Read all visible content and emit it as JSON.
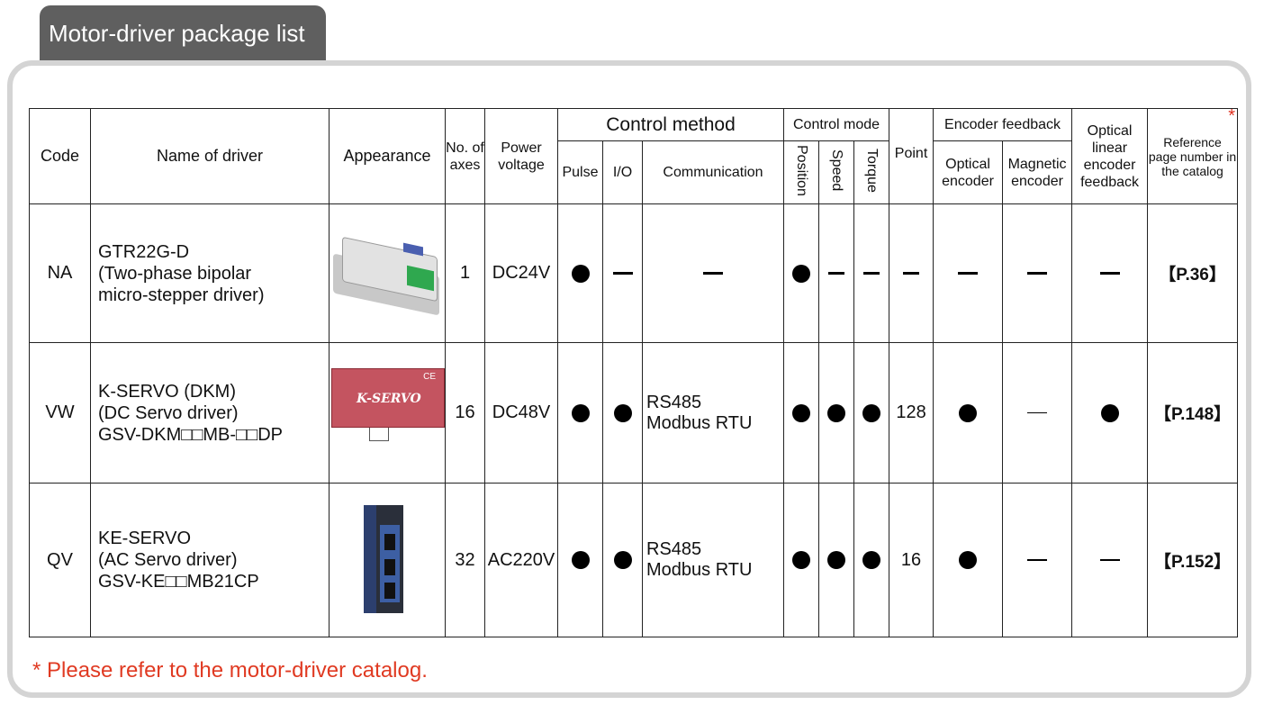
{
  "tab_title": "Motor-driver package list",
  "headers": {
    "code": "Code",
    "name": "Name of driver",
    "appearance": "Appearance",
    "axes": "No. of axes",
    "power": "Power voltage",
    "control_method": "Control method",
    "pulse": "Pulse",
    "io": "I/O",
    "communication": "Communication",
    "control_mode": "Control mode",
    "position": "Position",
    "speed": "Speed",
    "torque": "Torque",
    "point": "Point",
    "encoder_feedback": "Encoder feedback",
    "optical_encoder": "Optical encoder",
    "magnetic_encoder": "Magnetic encoder",
    "optical_linear": "Optical linear encoder feedback",
    "reference": "Reference page number in the catalog",
    "reference_mark": "*"
  },
  "rows": [
    {
      "code": "NA",
      "name_lines": [
        "GTR22G-D",
        "(Two-phase bipolar",
        "micro-stepper driver)"
      ],
      "axes": "1",
      "power": "DC24V",
      "communication": "",
      "point": "",
      "reference": "【P.36】"
    },
    {
      "code": "VW",
      "name_lines": [
        "K-SERVO (DKM)",
        "(DC Servo driver)",
        "GSV-DKM□□MB-□□DP"
      ],
      "image_text": "K-SERVO",
      "axes": "16",
      "power": "DC48V",
      "communication_lines": [
        "RS485",
        "Modbus RTU"
      ],
      "point": "128",
      "reference": "【P.148】"
    },
    {
      "code": "QV",
      "name_lines": [
        "KE-SERVO",
        "(AC Servo driver)",
        "GSV-KE□□MB21CP"
      ],
      "axes": "32",
      "power": "AC220V",
      "communication_lines": [
        "RS485",
        "Modbus RTU"
      ],
      "point": "16",
      "reference": "【P.152】"
    }
  ],
  "footnote": "* Please refer to the motor-driver catalog."
}
